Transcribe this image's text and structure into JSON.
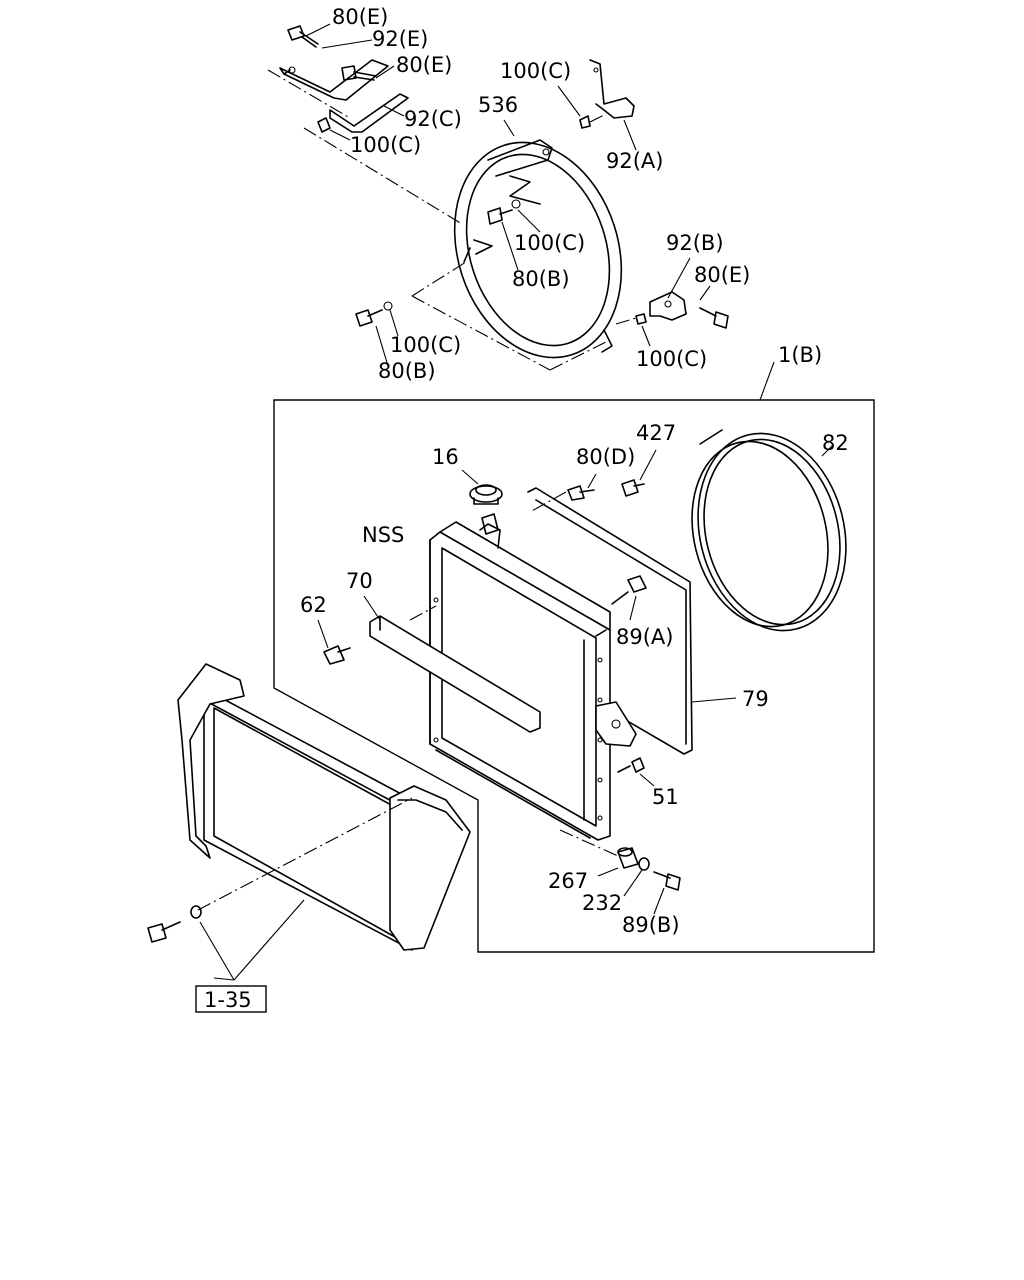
{
  "labels": {
    "l_80E_a": "80(E)",
    "l_92E": "92(E)",
    "l_80E_b": "80(E)",
    "l_100C_a": "100(C)",
    "l_536": "536",
    "l_92C": "92(C)",
    "l_100C_b": "100(C)",
    "l_92A": "92(A)",
    "l_100C_c": "100(C)",
    "l_80B_a": "80(B)",
    "l_92B": "92(B)",
    "l_80E_c": "80(E)",
    "l_100C_d": "100(C)",
    "l_80B_b": "80(B)",
    "l_100C_e": "100(C)",
    "l_1B": "1(B)",
    "l_427": "427",
    "l_82": "82",
    "l_16": "16",
    "l_80D": "80(D)",
    "l_NSS": "NSS",
    "l_70": "70",
    "l_62": "62",
    "l_89A": "89(A)",
    "l_79": "79",
    "l_51": "51",
    "l_267": "267",
    "l_232": "232",
    "l_89B": "89(B)",
    "l_ref": "1-35"
  }
}
